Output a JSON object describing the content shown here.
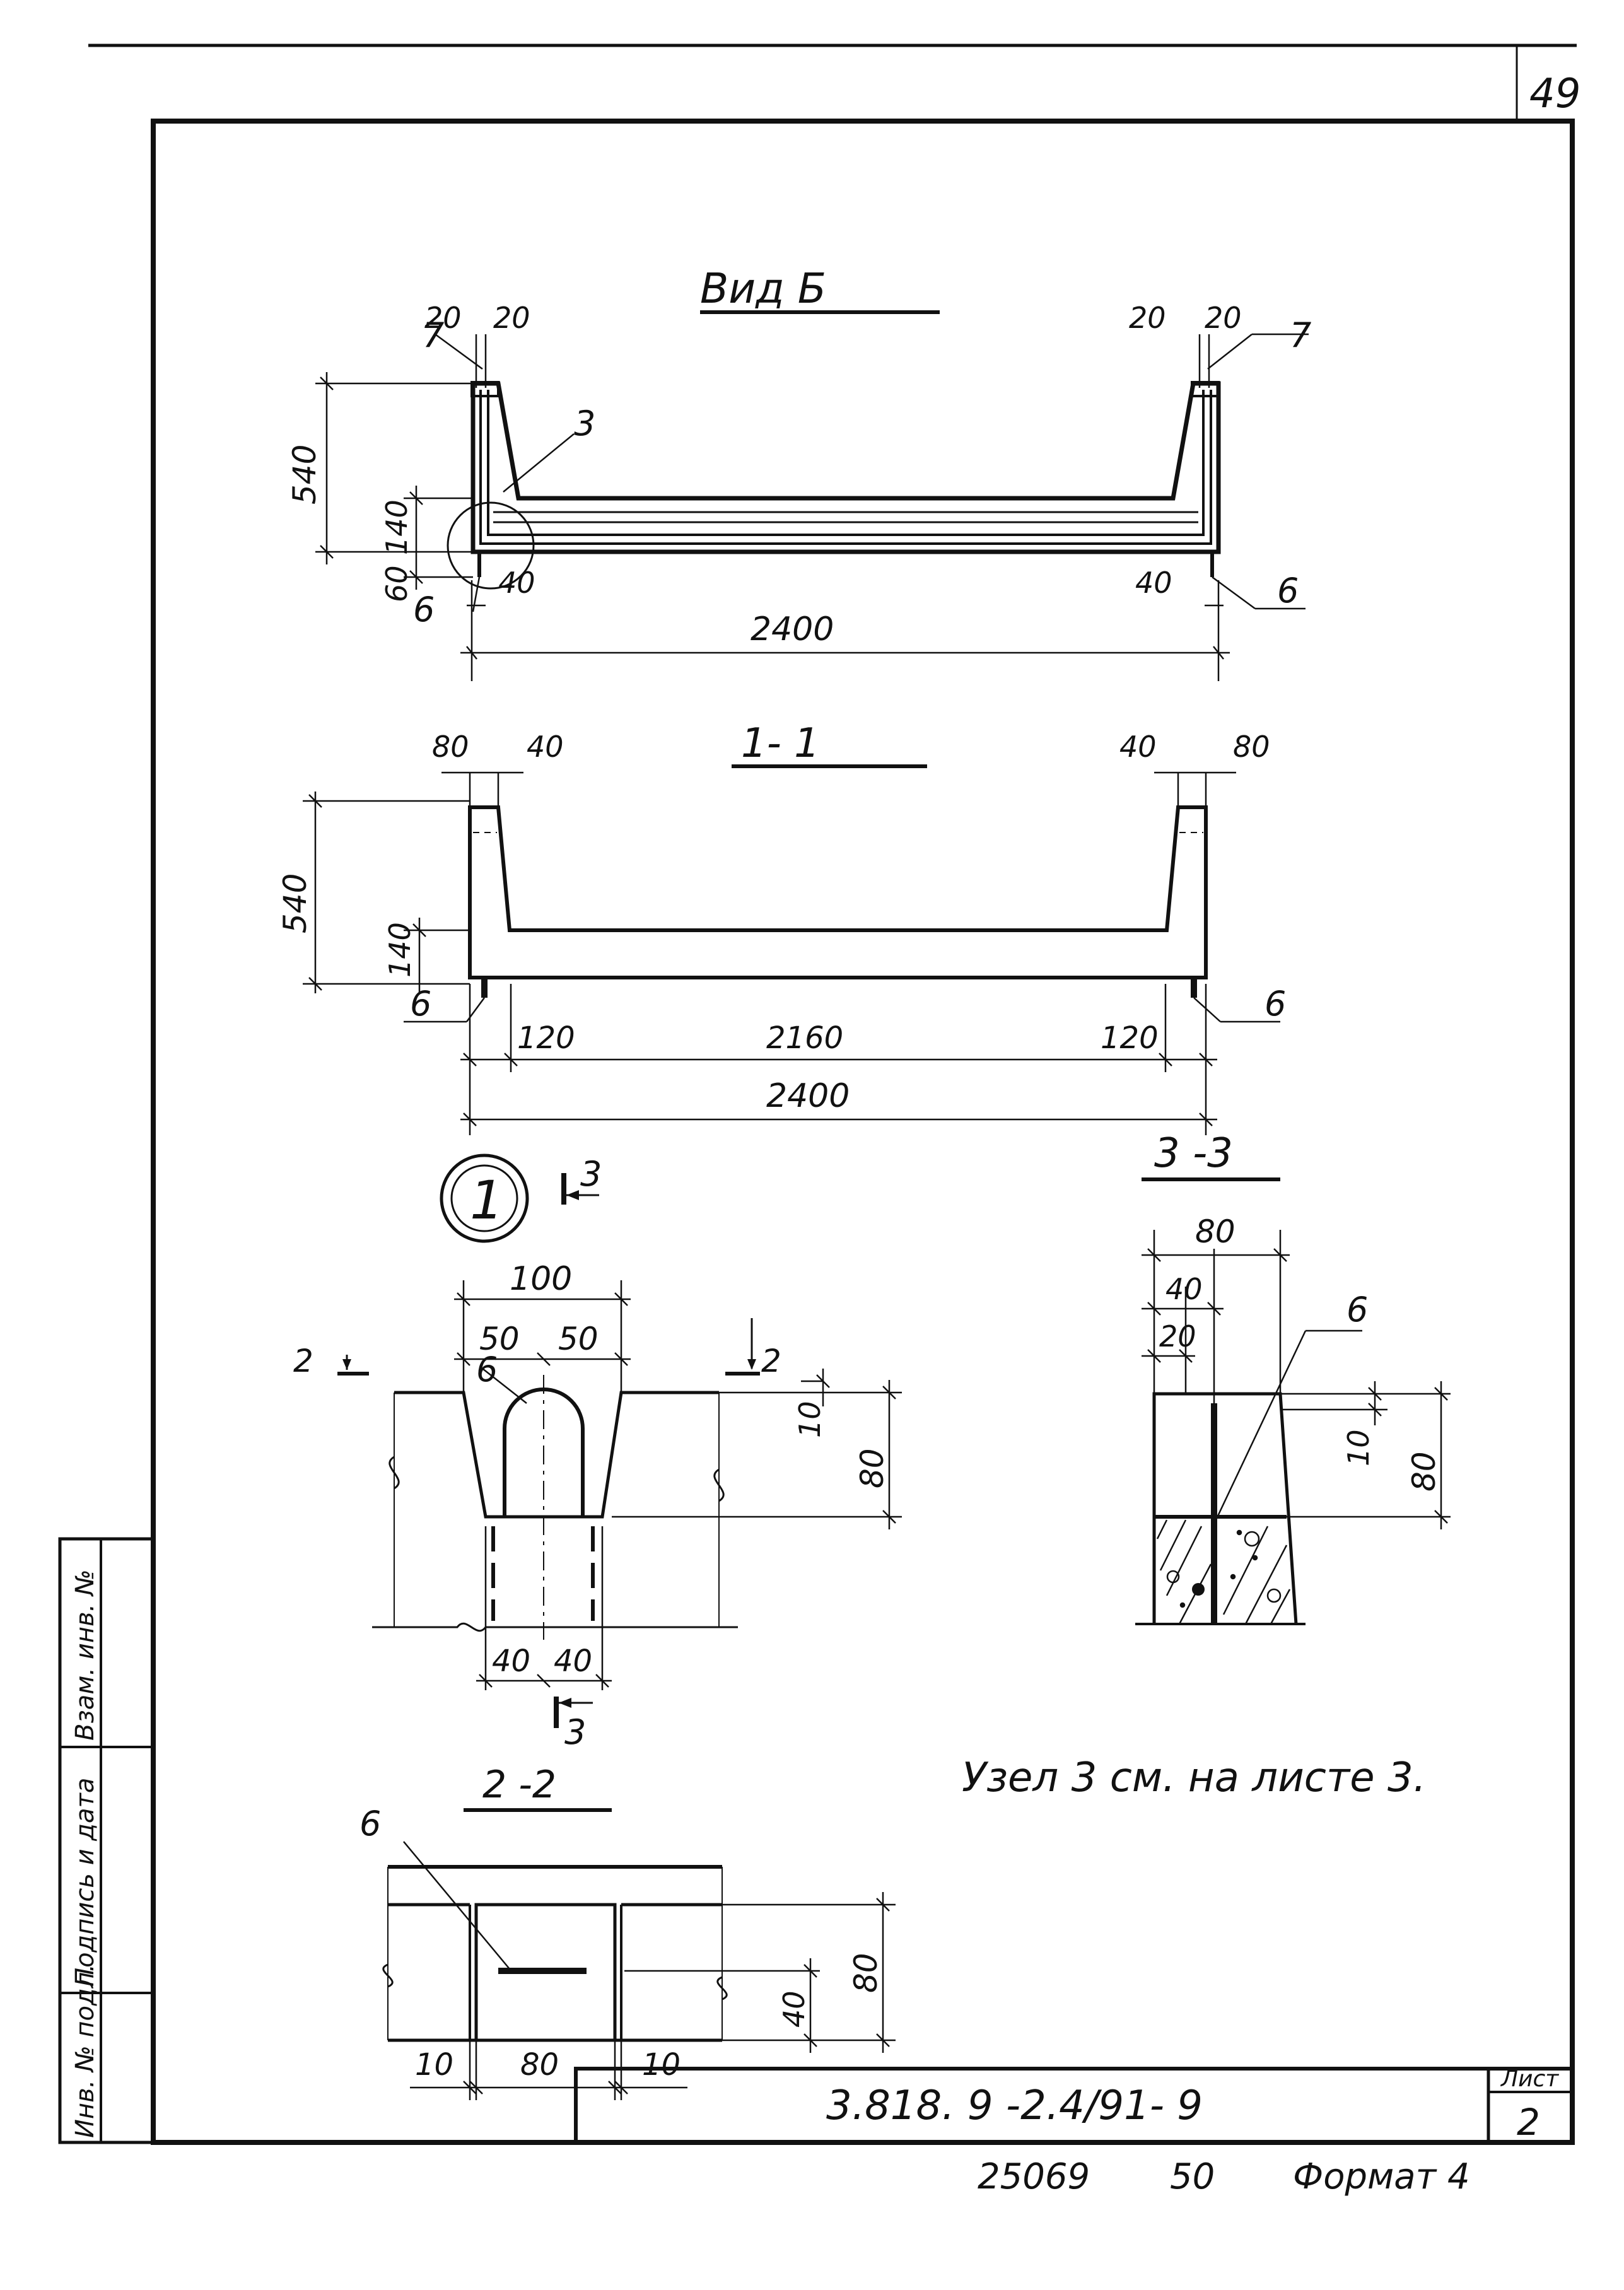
{
  "page_number": "49",
  "views": {
    "vid_b": {
      "title": "Вид Б",
      "dims": {
        "top_left_a": "20",
        "top_left_b": "20",
        "top_right_a": "20",
        "top_right_b": "20",
        "height": "540",
        "slab": "140",
        "bottom": "60",
        "inset_left": "40",
        "inset_right": "40",
        "length": "2400"
      },
      "callouts": {
        "left_top": "7",
        "right_top": "7",
        "middle": "3",
        "left_bottom": "6",
        "right_bottom": "6"
      }
    },
    "section_1_1": {
      "title": "1- 1",
      "dims": {
        "left_outer": "80",
        "left_inner": "40",
        "right_inner": "40",
        "right_outer": "80",
        "height": "540",
        "slab": "140",
        "left_seg": "120",
        "middle_seg": "2160",
        "right_seg": "120",
        "length": "2400"
      },
      "callouts": {
        "left": "6",
        "right": "6"
      }
    },
    "node_1": {
      "label": "1",
      "cut_top": "3",
      "cut_bottom": "3",
      "section_mark_left": "2",
      "section_mark_right": "2",
      "callout": "6",
      "dims": {
        "width": "100",
        "half_left": "50",
        "half_right": "50",
        "small": "10",
        "height": "80",
        "bottom_left": "40",
        "bottom_right": "40"
      }
    },
    "section_3_3": {
      "title": "3 -3",
      "callout": "6",
      "dims": {
        "total": "80",
        "mid": "40",
        "small": "20",
        "top": "10",
        "height": "80"
      }
    },
    "section_2_2": {
      "title": "2 -2",
      "callout": "6",
      "dims": {
        "left": "10",
        "middle": "80",
        "right": "10",
        "inner": "40",
        "height": "80"
      }
    }
  },
  "note": "Узел 3 см. на листе 3.",
  "side_stamp": {
    "inv_podl": "Инв. № подл.",
    "podpis_data": "Подпись и дата",
    "vzam_inv": "Взам. инв. №"
  },
  "title_block": {
    "document_code": "3.818. 9 -2.4/91- 9",
    "sheet_label": "Лист",
    "sheet_number": "2"
  },
  "footer": {
    "inventory": "25069",
    "code": "50",
    "format": "Формат 4"
  }
}
